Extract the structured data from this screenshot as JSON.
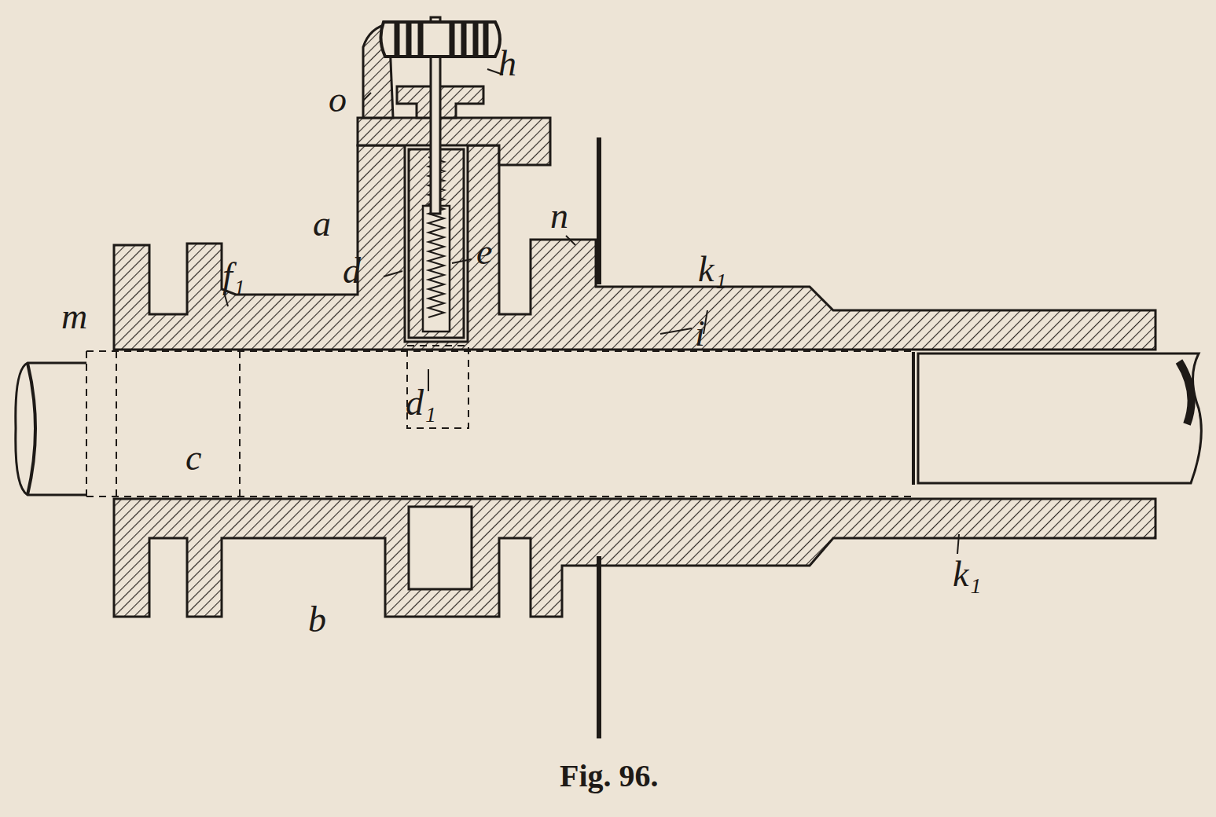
{
  "diagram": {
    "caption": "Fig. 96.",
    "labels": [
      "o",
      "h",
      "a",
      "d",
      "e",
      "n",
      "k₁",
      "f₁",
      "m",
      "i",
      "d₁",
      "c",
      "b",
      "k₁"
    ]
  }
}
